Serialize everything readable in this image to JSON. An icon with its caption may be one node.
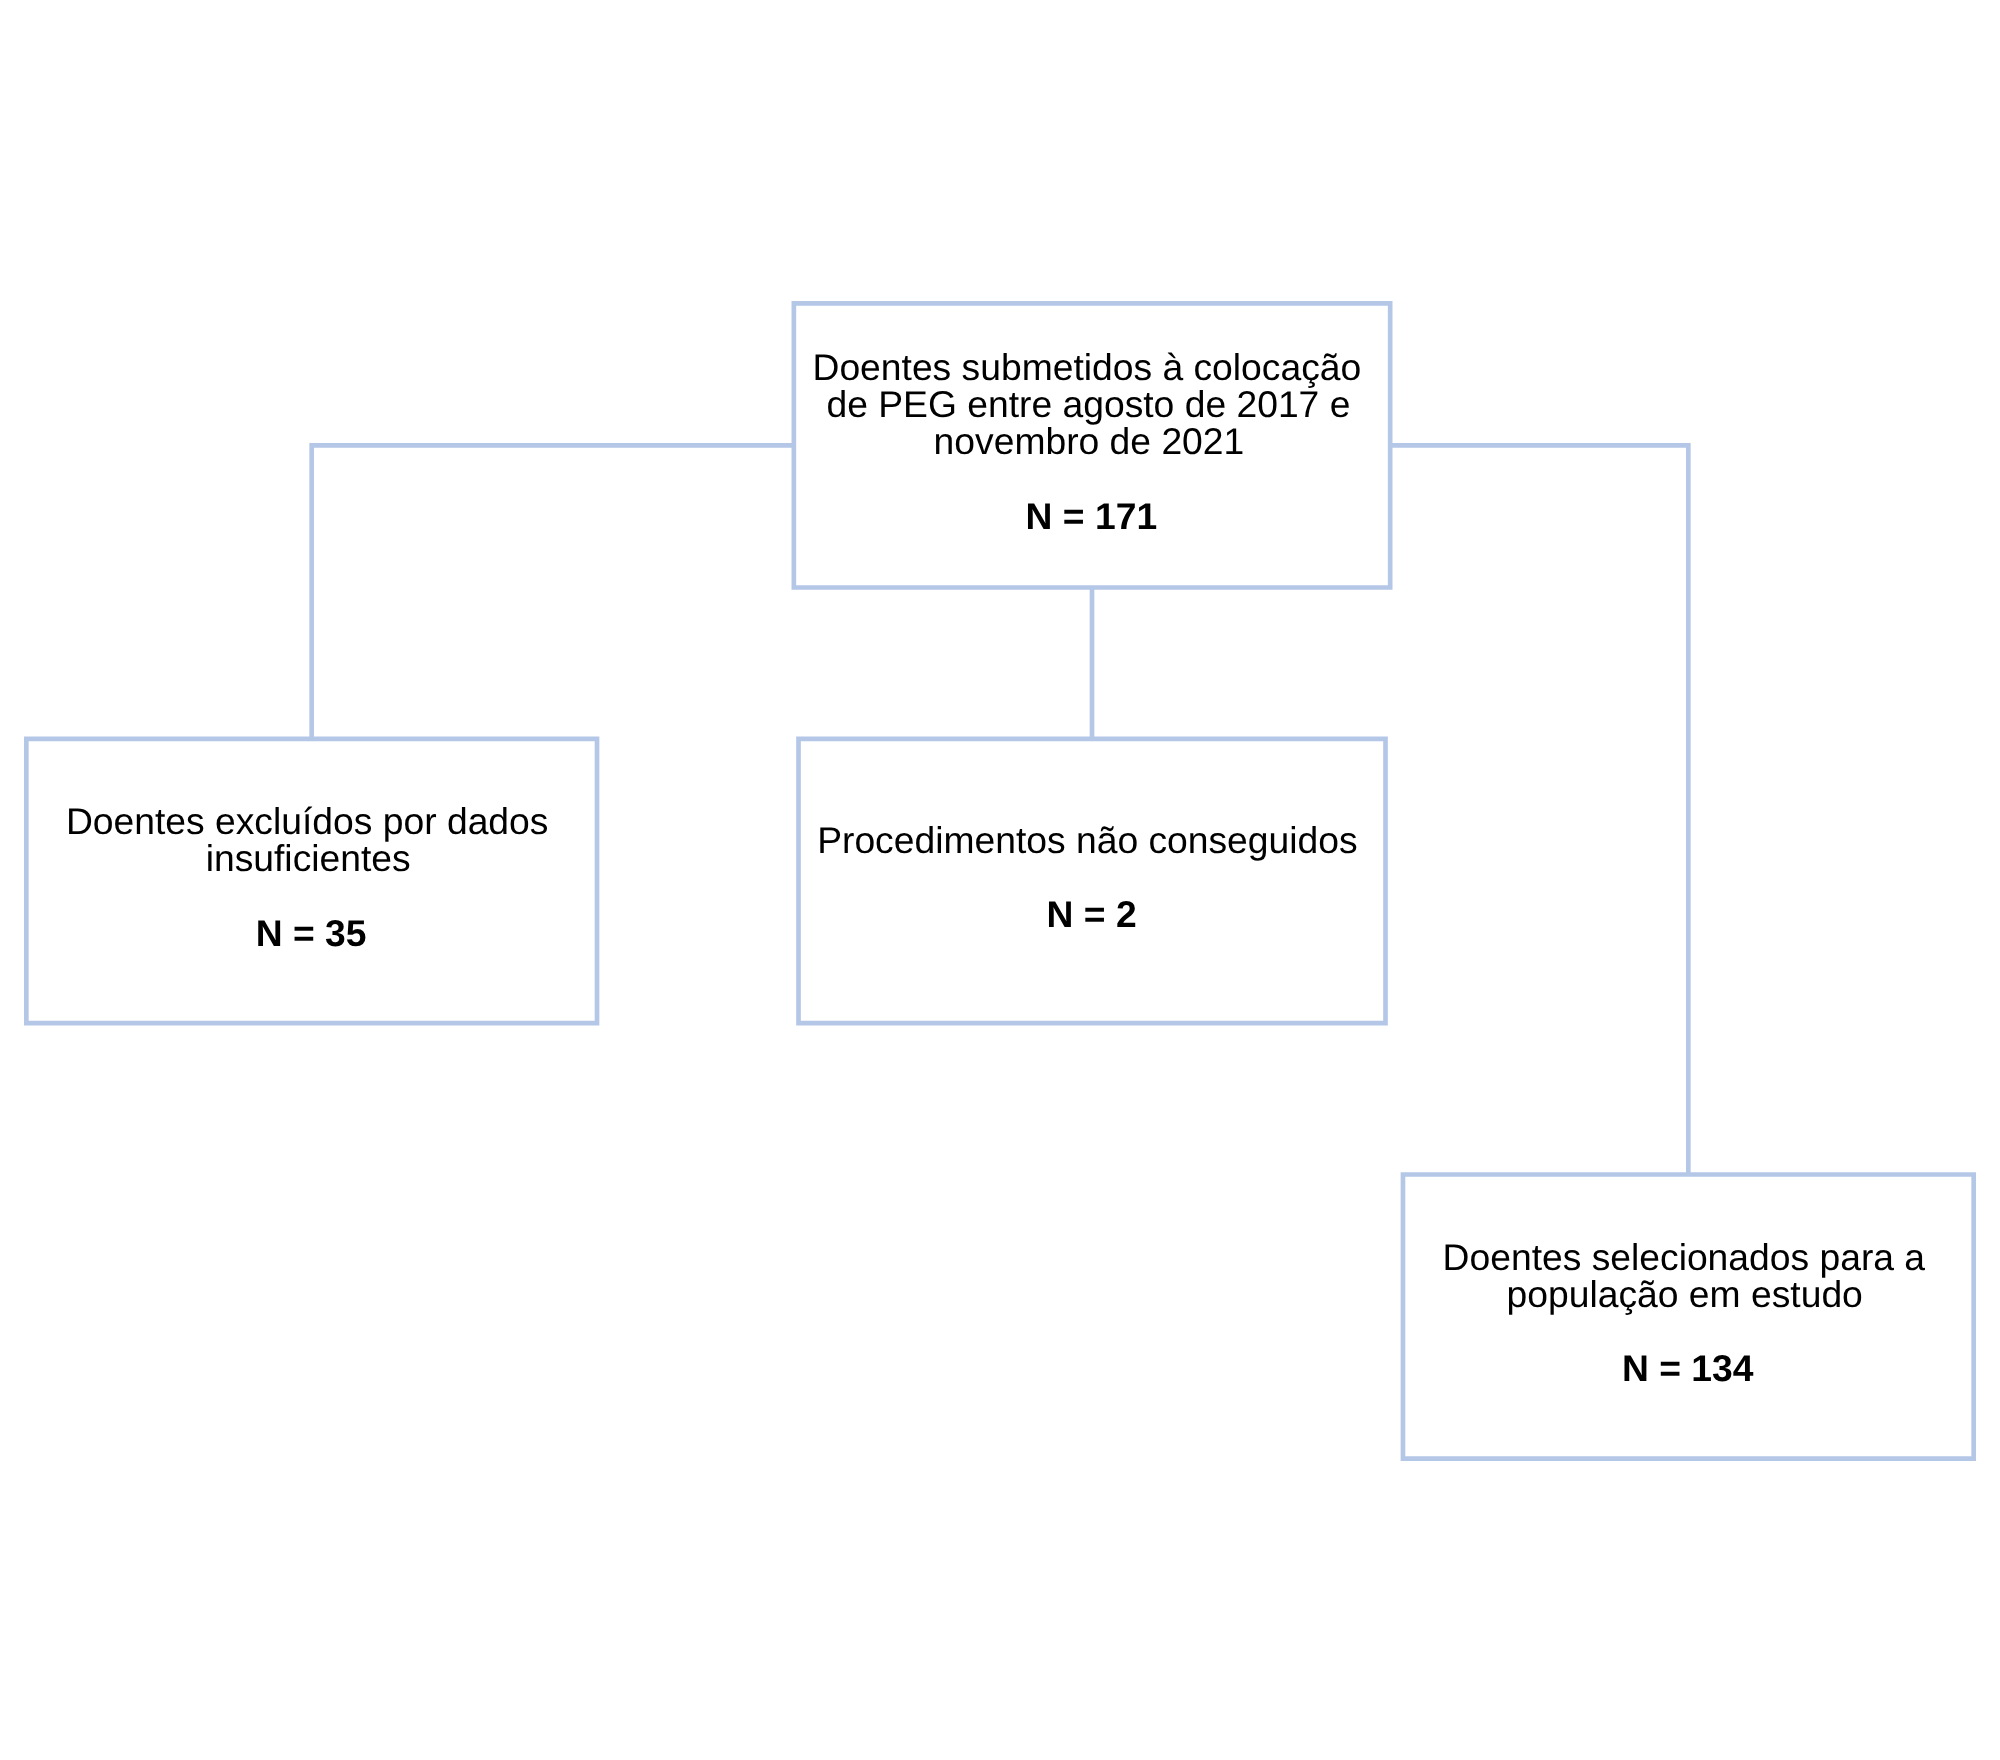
{
  "diagram": {
    "nodes": [
      {
        "text": [
          "Doentes submetidos à colocação de PEG entre agosto de 2017 e novembro de 2021",
          "N = 171"
        ]
      },
      {
        "text": [
          "Doentes excluídos por dados insuficientes",
          "N = 35"
        ]
      },
      {
        "text": [
          "Procedimentos não conseguidos",
          "N = 2"
        ]
      },
      {
        "text": [
          "Doentes selecionados para a população em estudo",
          "N = 134"
        ]
      }
    ],
    "edges": [
      {
        "from": 0,
        "to": 1,
        "arrow": "none"
      },
      {
        "from": 0,
        "to": 2,
        "arrow": "none"
      },
      {
        "from": 0,
        "to": 3,
        "arrow": "none"
      }
    ]
  }
}
